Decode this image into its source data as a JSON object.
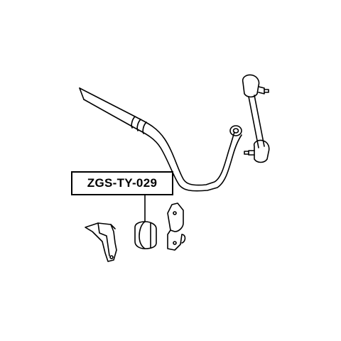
{
  "diagram": {
    "part_label": "ZGS-TY-029",
    "colors": {
      "line": "#000000",
      "background": "#ffffff"
    },
    "parts": [
      "stabilizer-bar",
      "stabilizer-link",
      "bracket-left",
      "bushing",
      "bracket-right"
    ]
  }
}
